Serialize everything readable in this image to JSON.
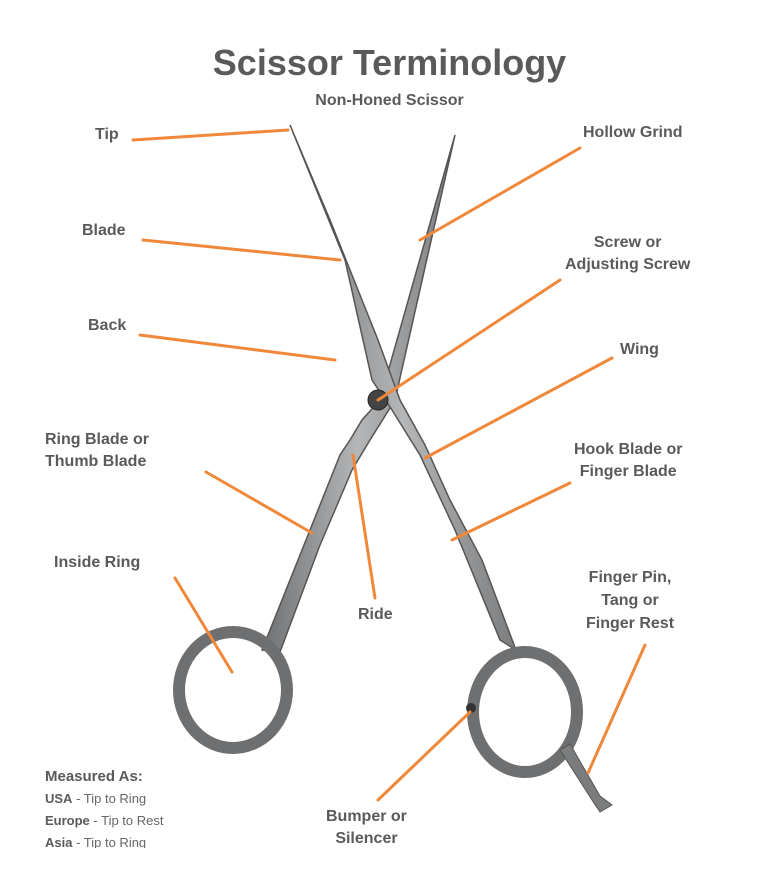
{
  "title": "Scissor Terminology",
  "subtitle": "Non-Honed Scissor",
  "labels": {
    "tip": "Tip",
    "blade": "Blade",
    "back": "Back",
    "ring_blade_1": "Ring Blade or",
    "ring_blade_2": "Thumb Blade",
    "inside_ring": "Inside Ring",
    "ride": "Ride",
    "bumper_1": "Bumper or",
    "bumper_2": "Silencer",
    "hollow_grind": "Hollow Grind",
    "screw_1": "Screw or",
    "screw_2": "Adjusting Screw",
    "wing": "Wing",
    "hook_1": "Hook Blade or",
    "hook_2": "Finger Blade",
    "pin_1": "Finger Pin,",
    "pin_2": "Tang or",
    "pin_3": "Finger Rest"
  },
  "measured": {
    "heading": "Measured As:",
    "rows": [
      {
        "region": "USA",
        "value": " - Tip to Ring"
      },
      {
        "region": "Europe",
        "value": " - Tip to Rest"
      },
      {
        "region": "Asia",
        "value": " - Tip to Ring"
      }
    ]
  },
  "colors": {
    "leader": "#f0883a",
    "text": "#5a5a5a",
    "steel": "#8a8c8e"
  }
}
